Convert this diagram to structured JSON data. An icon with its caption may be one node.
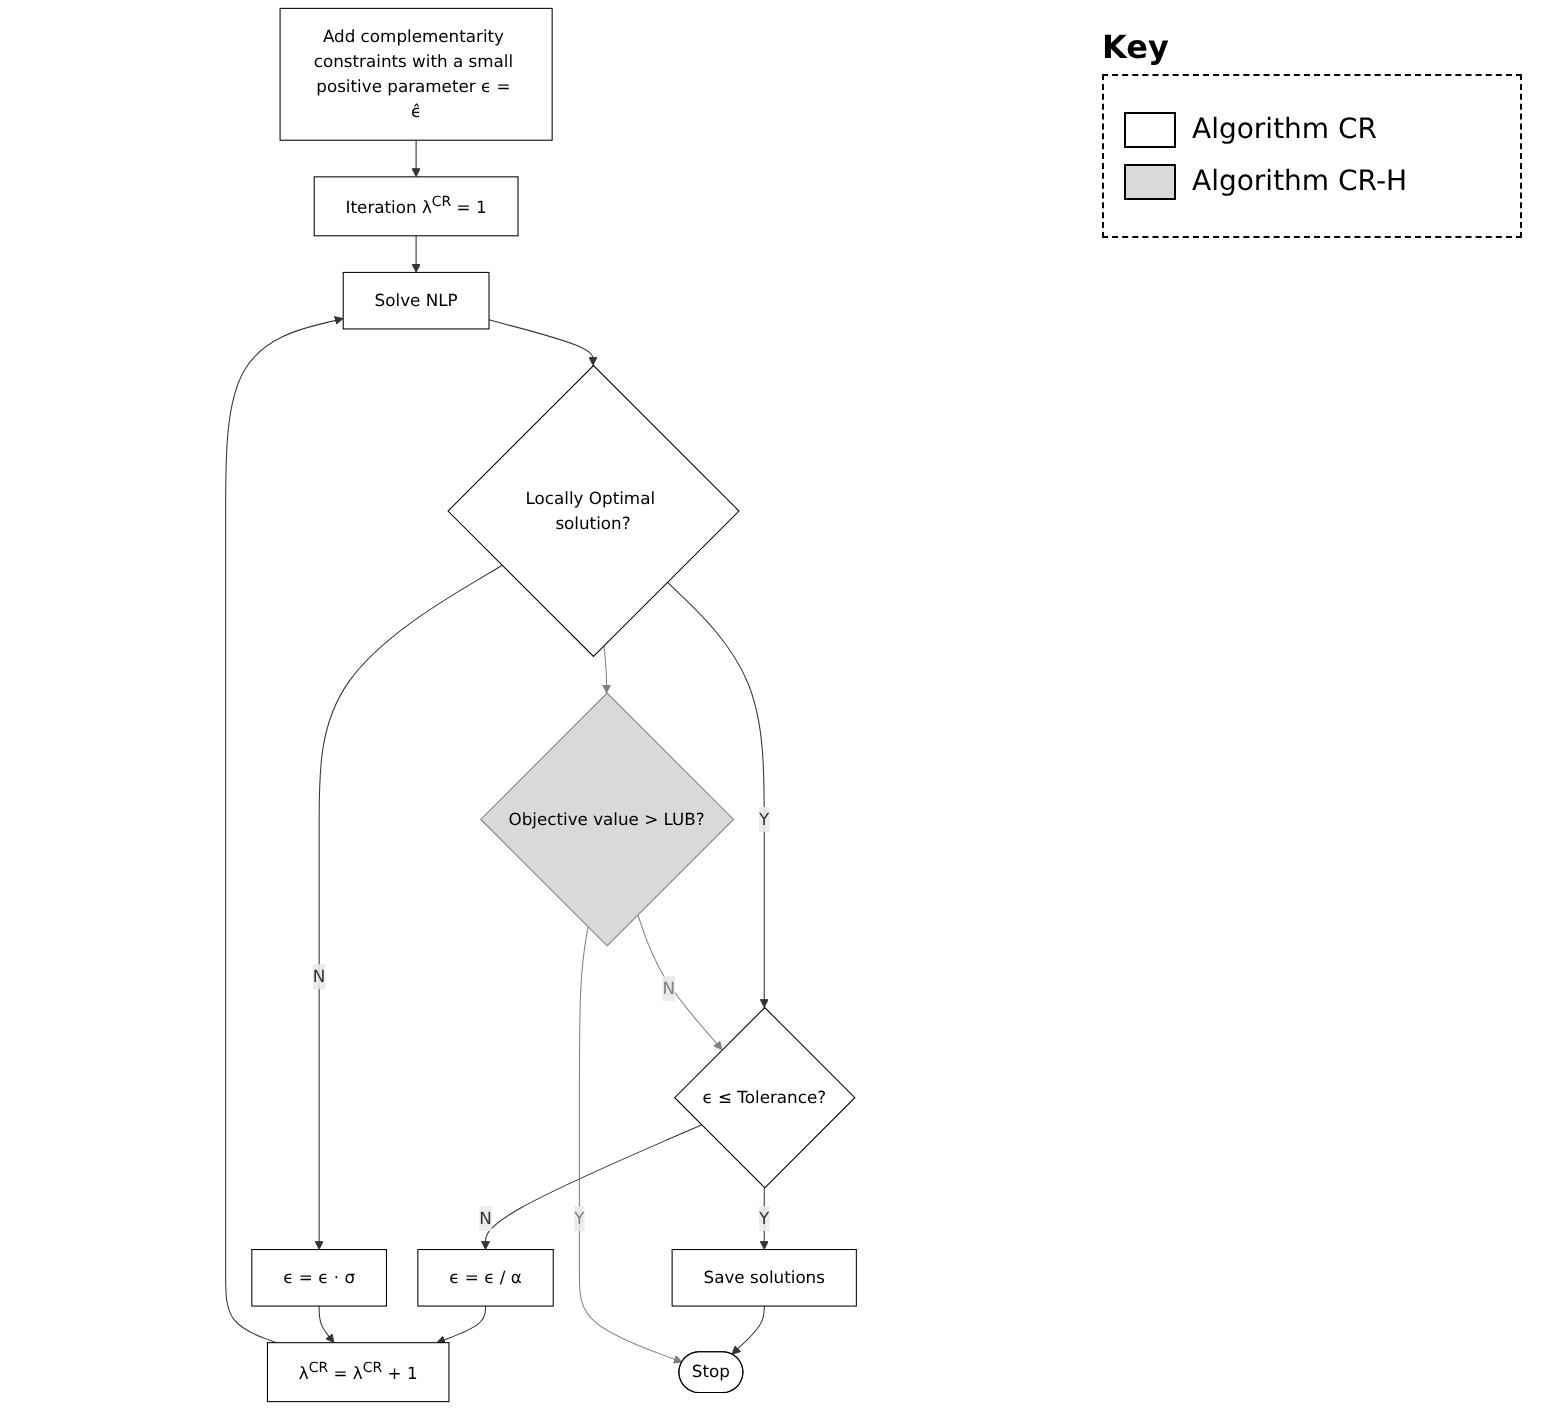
{
  "diagram": {
    "nodes": [
      {
        "text": [
          "Add complementarity constraints with a small positive parameter ϵ = ϵ̂"
        ]
      },
      {
        "text": [
          "Iteration λ$^{CR}$ = 1"
        ]
      },
      {
        "text": [
          "λ$^{CR}$ = λ$^{CR}$ + 1"
        ]
      },
      {
        "text": [
          "Solve NLP"
        ]
      },
      {
        "text": [
          "Locally Optimal solution?"
        ]
      },
      {
        "text": [
          "ϵ = ϵ / α"
        ]
      },
      {
        "text": [
          "ϵ = ϵ · σ"
        ]
      },
      {
        "text": [
          "ϵ ≤ Tolerance?"
        ]
      },
      {
        "text": [
          "Objective value > LUB?"
        ]
      },
      {
        "text": [
          "Save solutions"
        ]
      },
      {
        "text": [
          "Stop"
        ]
      }
    ],
    "edges": [
      {
        "from": 0,
        "to": 1,
        "arrow": "to"
      },
      {
        "from": 1,
        "to": 3,
        "arrow": "to"
      },
      {
        "from": 2,
        "to": 3,
        "arrow": "to"
      },
      {
        "from": 3,
        "to": 4,
        "arrow": "to"
      },
      {
        "from": 4,
        "to": 6,
        "arrow": "to",
        "label": "N"
      },
      {
        "from": 4,
        "to": 7,
        "arrow": "to",
        "label": "Y"
      },
      {
        "from": 4,
        "to": 8,
        "arrow": "to",
        "color": "#808080"
      },
      {
        "from": 8,
        "to": 7,
        "arrow": "to",
        "label": "N",
        "color": "#808080"
      },
      {
        "from": 7,
        "to": 5,
        "arrow": "to",
        "label": "N"
      },
      {
        "from": 7,
        "to": 9,
        "arrow": "to",
        "label": "Y"
      },
      {
        "from": 5,
        "to": 2,
        "arrow": "to"
      },
      {
        "from": 6,
        "to": 2,
        "arrow": "to"
      },
      {
        "from": 9,
        "to": 10,
        "arrow": "to"
      },
      {
        "from": 8,
        "to": 10,
        "arrow": "to",
        "label": "Y",
        "color": "#808080"
      }
    ],
    "labels": [
      "Key"
    ],
    "legend": [
      {
        "text": "Algorithm CR",
        "color": "#ffffff"
      },
      {
        "text": "Algorithm CR-H",
        "color": "#d9d9d9"
      }
    ]
  }
}
